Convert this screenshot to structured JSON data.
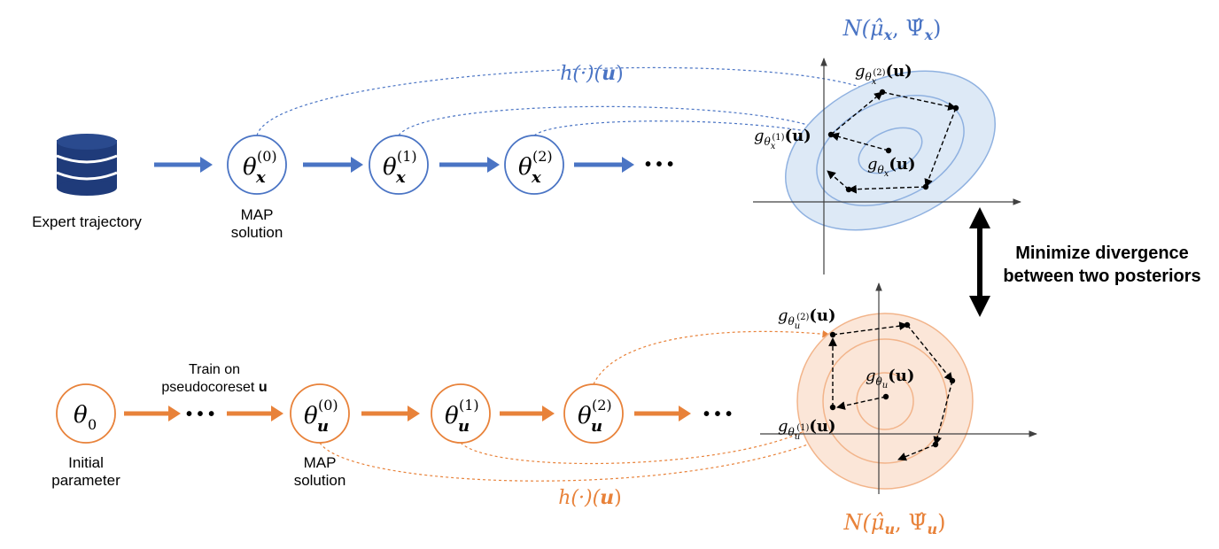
{
  "colors": {
    "blue": "#4a74c4",
    "orange": "#e8823a",
    "blue_fill": "#dde9f6",
    "orange_fill": "#fbe6d8",
    "black": "#000000"
  },
  "top": {
    "database_label": "Expert trajectory",
    "node0": {
      "base": "θ",
      "sub": "x",
      "sup": "(0)"
    },
    "node1": {
      "base": "θ",
      "sub": "x",
      "sup": "(1)"
    },
    "node2": {
      "base": "θ",
      "sub": "x",
      "sup": "(2)"
    },
    "node0_caption_1": "MAP",
    "node0_caption_2": "solution",
    "ellipsis": "• • •",
    "mapping_label": {
      "pre": "h(·)(",
      "var": "u",
      "post": ")"
    },
    "posterior": {
      "pre": "N(",
      "mu": "μ̂",
      "mu_sub": "x",
      "sep": ", ",
      "psi": "Ψ̂",
      "psi_sub": "x",
      "post": ")"
    },
    "g_center": {
      "g": "g",
      "theta": "θ",
      "sub": "x",
      "arg": "(u)"
    },
    "g_1": {
      "g": "g",
      "theta": "θ",
      "sub": "x",
      "sup": "(1)",
      "arg": "(u)"
    },
    "g_2": {
      "g": "g",
      "theta": "θ",
      "sub": "x",
      "sup": "(2)",
      "arg": "(u)"
    }
  },
  "middle": {
    "line1": "Minimize divergence",
    "line2": "between two posteriors"
  },
  "bottom": {
    "init_node": {
      "base": "θ",
      "sub": "0"
    },
    "init_caption_1": "Initial",
    "init_caption_2": "parameter",
    "train_label_1": "Train on",
    "train_label_2_text": "pseudocoreset ",
    "train_label_2_var": "u",
    "ellipsis_mid": "• • •",
    "node0": {
      "base": "θ",
      "sub": "u",
      "sup": "(0)"
    },
    "node1": {
      "base": "θ",
      "sub": "u",
      "sup": "(1)"
    },
    "node2": {
      "base": "θ",
      "sub": "u",
      "sup": "(2)"
    },
    "node0_caption_1": "MAP",
    "node0_caption_2": "solution",
    "ellipsis": "• • •",
    "mapping_label": {
      "pre": "h(·)(",
      "var": "u",
      "post": ")"
    },
    "posterior": {
      "pre": "N(",
      "mu": "μ̂",
      "mu_sub": "u",
      "sep": ", ",
      "psi": "Ψ̂",
      "psi_sub": "u",
      "post": ")"
    },
    "g_center": {
      "g": "g",
      "theta": "θ",
      "sub": "u",
      "arg": "(u)"
    },
    "g_1": {
      "g": "g",
      "theta": "θ",
      "sub": "u",
      "sup": "(1)",
      "arg": "(u)"
    },
    "g_2": {
      "g": "g",
      "theta": "θ",
      "sub": "u",
      "sup": "(2)",
      "arg": "(u)"
    }
  }
}
